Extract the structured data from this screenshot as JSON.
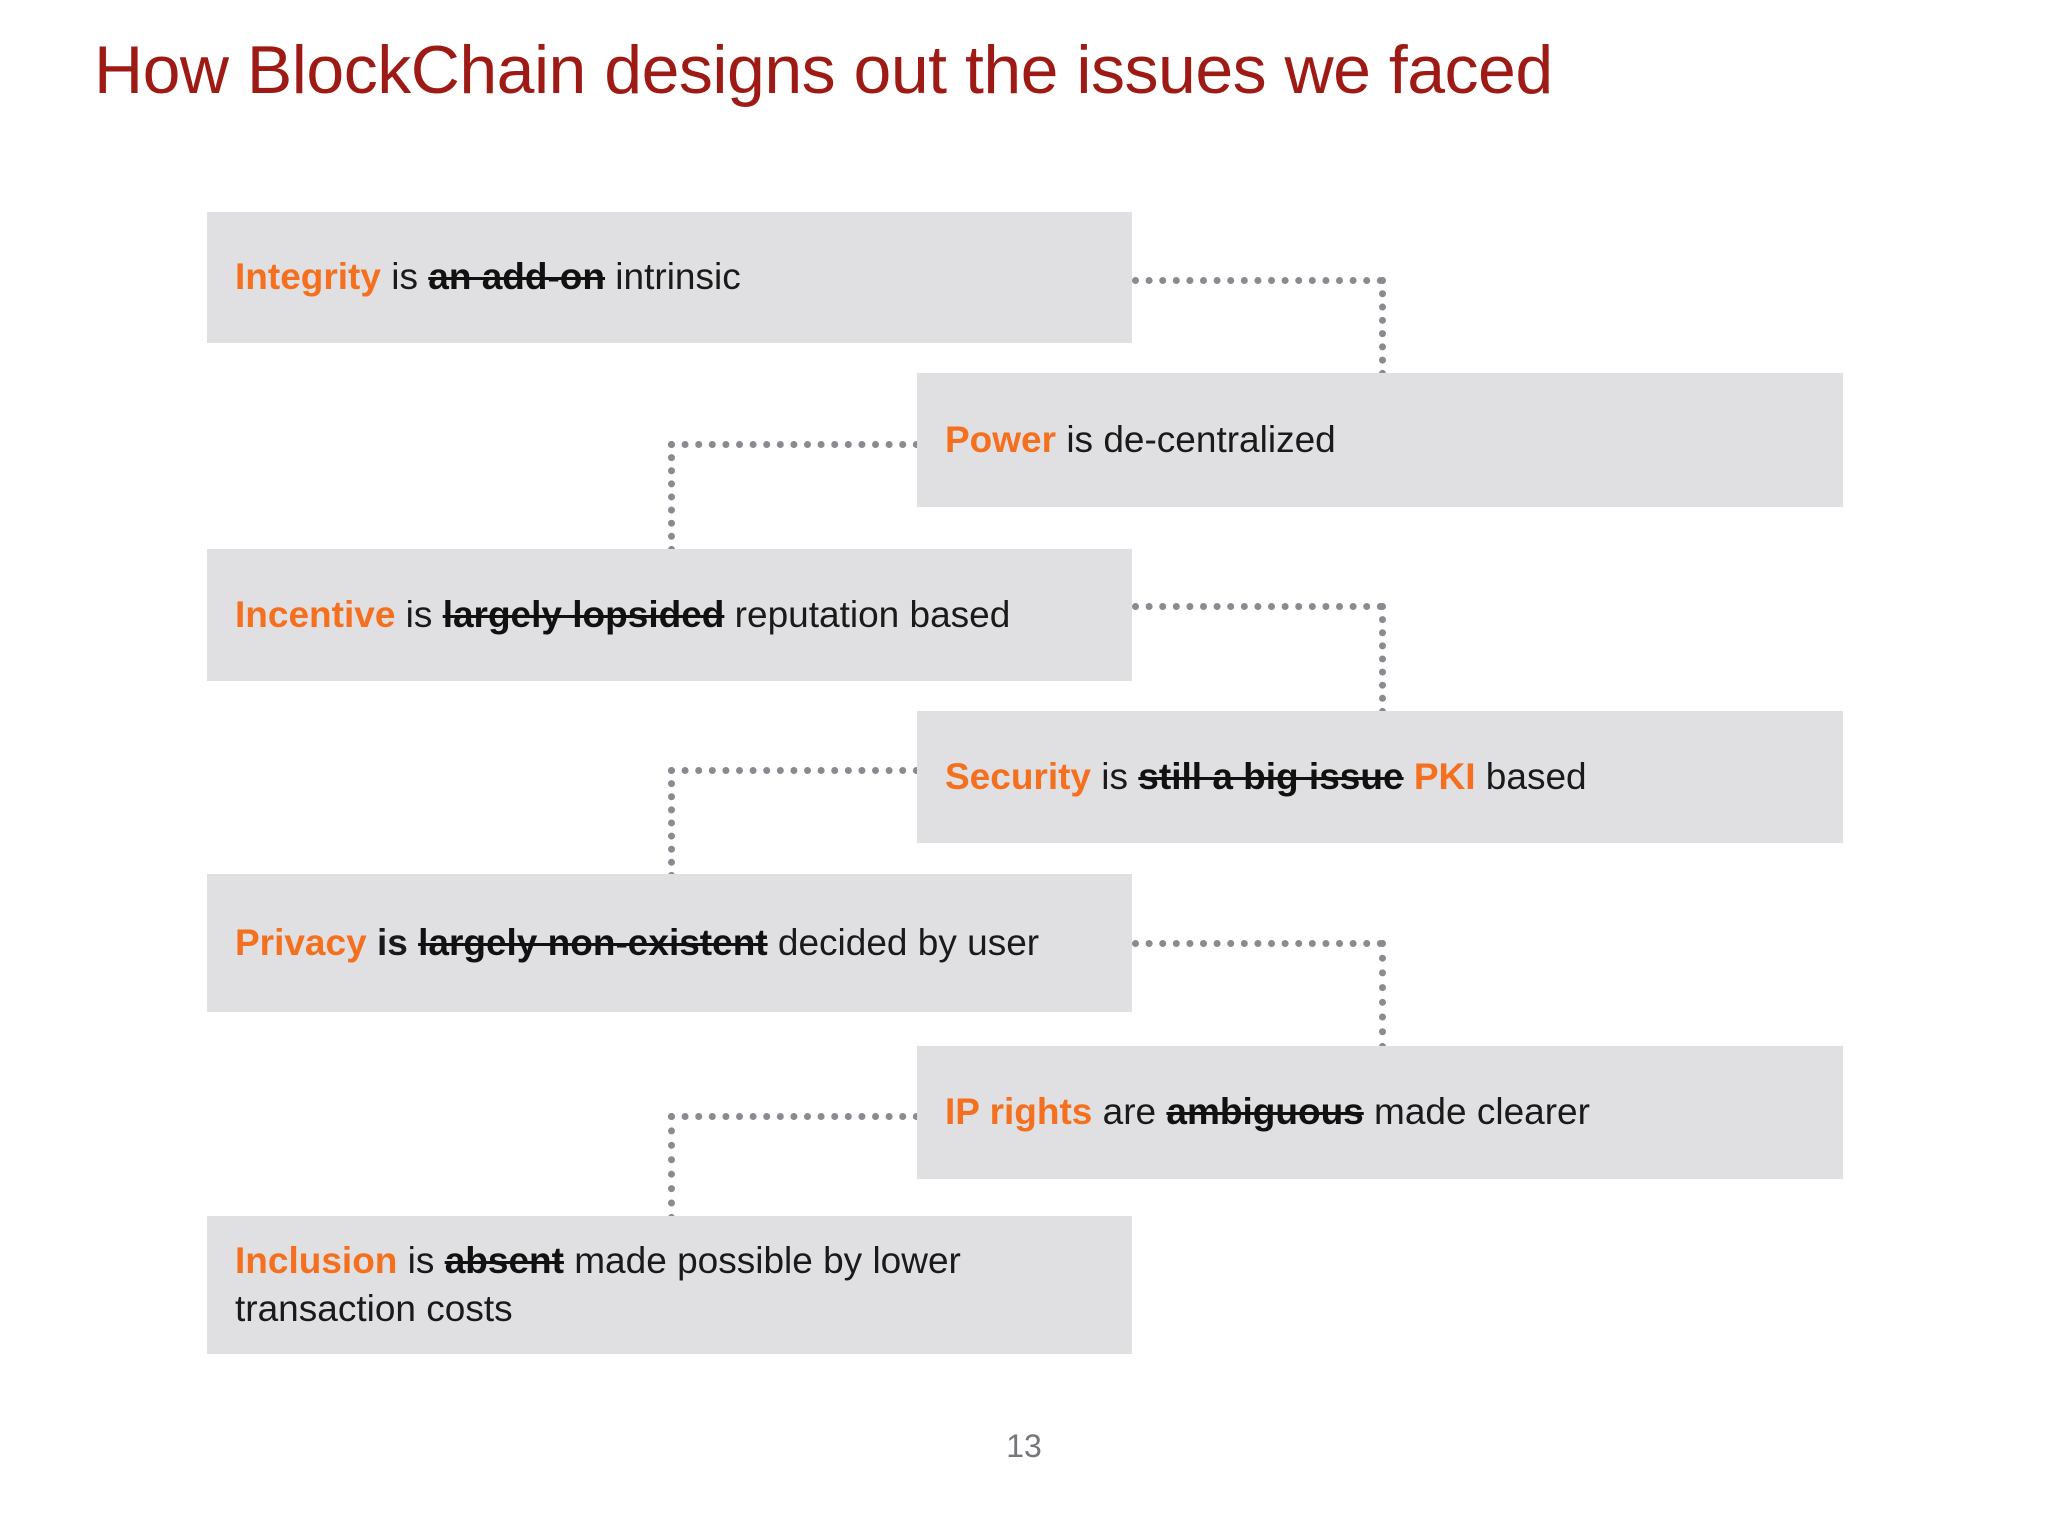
{
  "slide": {
    "title": "How BlockChain designs out the issues we faced",
    "page_number": "13",
    "title_color": "#9e1a15",
    "keyword_color": "#f4701f",
    "box_fill": "#e0dfe1",
    "connector_color": "#8a8a90"
  },
  "rows": [
    {
      "id": "integrity",
      "side": "left",
      "keyword": "Integrity",
      "verb": " is ",
      "struck": "an add-on",
      "replacement": " intrinsic",
      "replacement_keyword": "",
      "replacement_tail": ""
    },
    {
      "id": "power",
      "side": "right",
      "keyword": "Power",
      "verb": " is ",
      "struck": "",
      "replacement": "de-centralized",
      "replacement_keyword": "",
      "replacement_tail": ""
    },
    {
      "id": "incentive",
      "side": "left",
      "keyword": "Incentive",
      "verb": " is ",
      "struck": "largely lopsided",
      "replacement": " reputation based",
      "replacement_keyword": "",
      "replacement_tail": ""
    },
    {
      "id": "security",
      "side": "right",
      "keyword": "Security",
      "verb": " is ",
      "struck": "still a big issue",
      "replacement": " ",
      "replacement_keyword": "PKI",
      "replacement_tail": " based"
    },
    {
      "id": "privacy",
      "side": "left",
      "keyword": "Privacy",
      "verb": " is ",
      "struck": "largely non-existent",
      "replacement": " decided by user",
      "replacement_keyword": "",
      "replacement_tail": ""
    },
    {
      "id": "iprights",
      "side": "right",
      "keyword": "IP rights",
      "verb": " are ",
      "struck": "ambiguous",
      "replacement": " made clearer",
      "replacement_keyword": "",
      "replacement_tail": ""
    },
    {
      "id": "inclusion",
      "side": "left",
      "keyword": "Inclusion",
      "verb": " is ",
      "struck": "absent",
      "replacement": " made possible by lower transaction costs",
      "replacement_keyword": "",
      "replacement_tail": ""
    }
  ],
  "connectors": [
    {
      "id": "integrity-to-power",
      "from": "integrity",
      "to": "power",
      "direction": "right-down"
    },
    {
      "id": "power-to-incentive",
      "from": "power",
      "to": "incentive",
      "direction": "left-down"
    },
    {
      "id": "incentive-to-security",
      "from": "incentive",
      "to": "security",
      "direction": "right-down"
    },
    {
      "id": "security-to-privacy",
      "from": "security",
      "to": "privacy",
      "direction": "left-down"
    },
    {
      "id": "privacy-to-iprights",
      "from": "privacy",
      "to": "iprights",
      "direction": "right-down"
    },
    {
      "id": "iprights-to-inclusion",
      "from": "iprights",
      "to": "inclusion",
      "direction": "left-down"
    }
  ]
}
